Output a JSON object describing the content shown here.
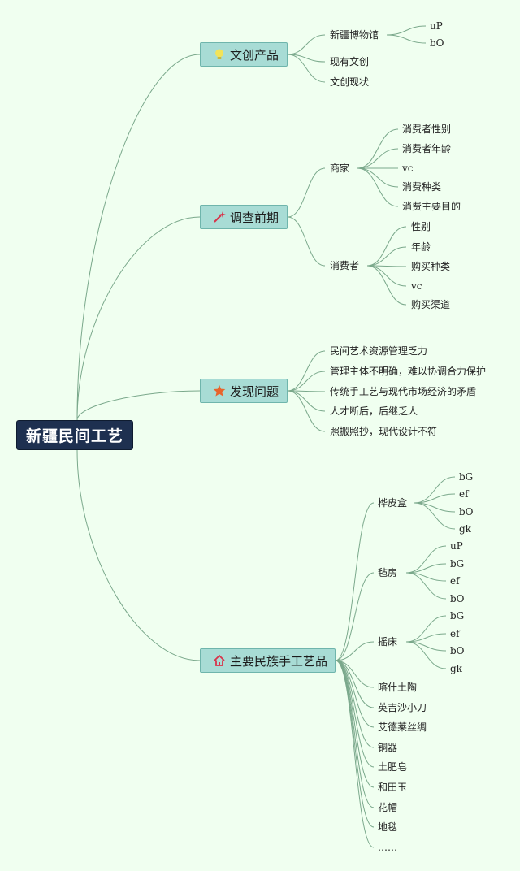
{
  "root": {
    "label": "新疆民间工艺"
  },
  "branches": [
    {
      "label": "文创产品",
      "icon": "lightbulb-icon",
      "children": [
        {
          "label": "新疆博物馆",
          "children": [
            "uP",
            "bO"
          ]
        },
        {
          "label": "现有文创"
        },
        {
          "label": "文创现状"
        }
      ]
    },
    {
      "label": "调查前期",
      "icon": "magic-wand-icon",
      "children": [
        {
          "label": "商家",
          "children": [
            "消费者性别",
            "消费者年龄",
            "vc",
            "消费种类",
            "消费主要目的"
          ]
        },
        {
          "label": "消费者",
          "children": [
            "性别",
            "年龄",
            "购买种类",
            "vc",
            "购买渠道"
          ]
        }
      ]
    },
    {
      "label": "发现问题",
      "icon": "star-icon",
      "children": [
        {
          "label": "民间艺术资源管理乏力"
        },
        {
          "label": "管理主体不明确，难以协调合力保护"
        },
        {
          "label": "传统手工艺与现代市场经济的矛盾"
        },
        {
          "label": "人才断后，后继乏人"
        },
        {
          "label": "照搬照抄，现代设计不符"
        }
      ]
    },
    {
      "label": "主要民族手工艺品",
      "icon": "house-icon",
      "children": [
        {
          "label": "桦皮盒",
          "children": [
            "bG",
            "ef",
            "bO",
            "gk"
          ]
        },
        {
          "label": "毡房",
          "children": [
            "uP",
            "bG",
            "ef",
            "bO"
          ]
        },
        {
          "label": "摇床",
          "children": [
            "bG",
            "ef",
            "bO",
            "gk"
          ]
        },
        {
          "label": "喀什土陶"
        },
        {
          "label": "英吉沙小刀"
        },
        {
          "label": "艾德莱丝绸"
        },
        {
          "label": "铜器"
        },
        {
          "label": "土肥皂"
        },
        {
          "label": "和田玉"
        },
        {
          "label": "花帽"
        },
        {
          "label": "地毯"
        },
        {
          "label": "……"
        }
      ]
    }
  ],
  "colors": {
    "background": "#f0fff0",
    "root_fill": "#1e3050",
    "branch_fill": "#a8dcd5",
    "edge": "#7aa88b",
    "lightbulb": "#f2e35a",
    "magic_wand": "#d8334a",
    "star": "#e8642c",
    "house": "#d8334a"
  }
}
